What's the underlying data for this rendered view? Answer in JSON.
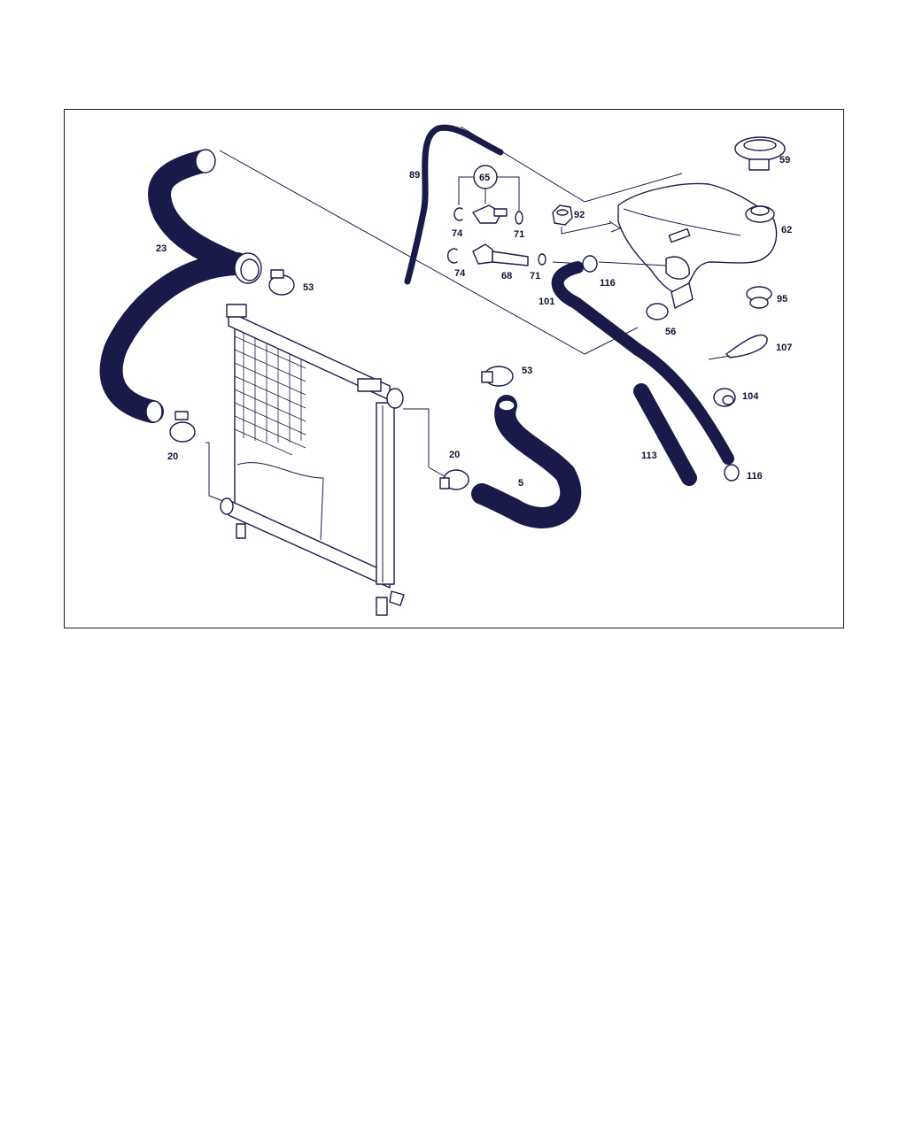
{
  "colors": {
    "ink": "#1a1a4a",
    "background": "#ffffff"
  },
  "labels": {
    "p23": "23",
    "p53a": "53",
    "p20a": "20",
    "p89": "89",
    "p65": "65",
    "p74a": "74",
    "p71a": "71",
    "p74b": "74",
    "p68": "68",
    "p71b": "71",
    "p92": "92",
    "p116a": "116",
    "p101": "101",
    "p59": "59",
    "p62": "62",
    "p95": "95",
    "p56": "56",
    "p107": "107",
    "p53b": "53",
    "p104": "104",
    "p20b": "20",
    "p5": "5",
    "p113": "113",
    "p116b": "116"
  }
}
